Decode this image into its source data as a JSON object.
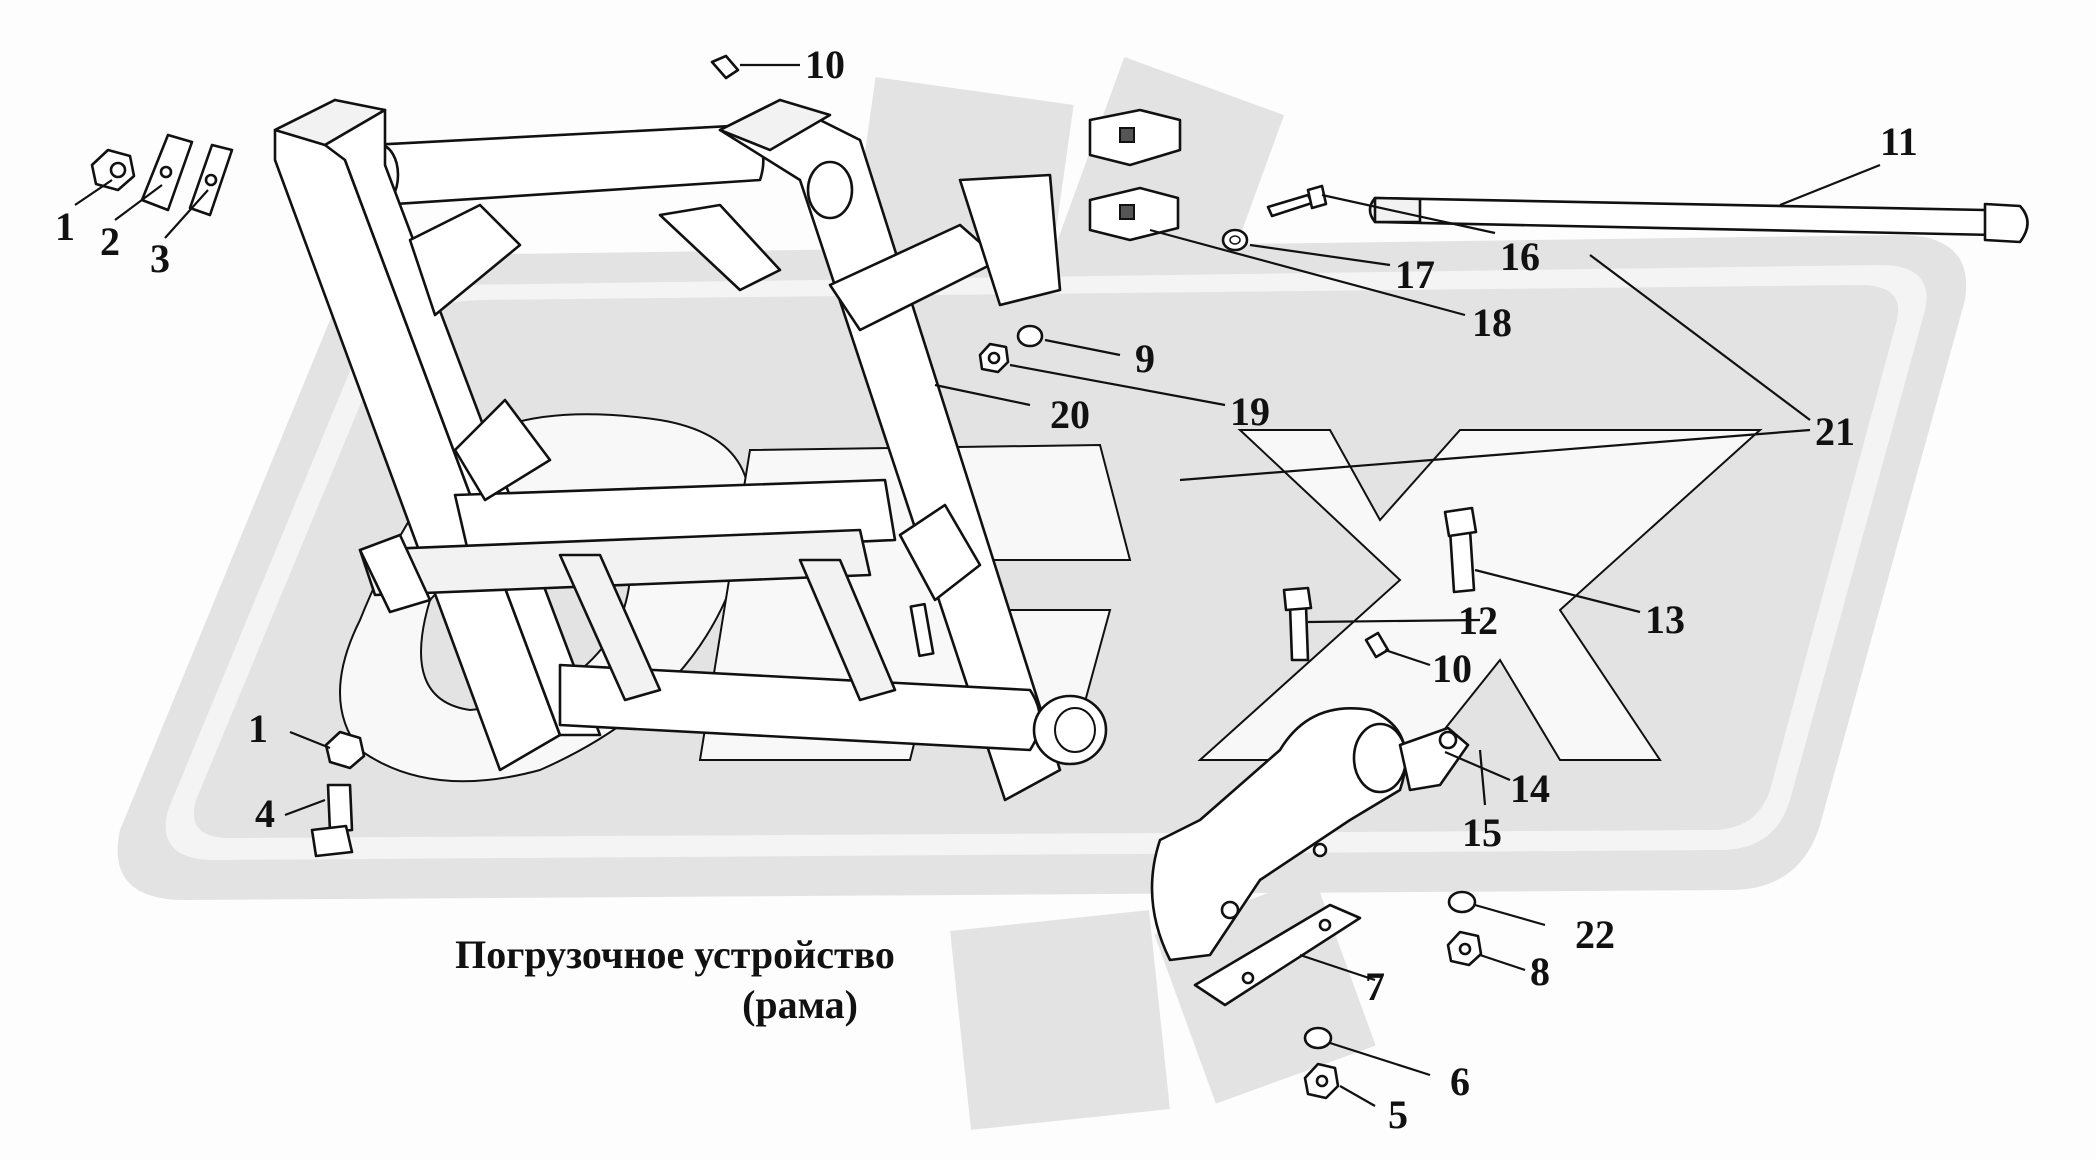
{
  "watermark": {
    "text": "DEX",
    "color": "#dcdcdc"
  },
  "caption": {
    "line1": "Погрузочное устройство",
    "line2": "(рама)"
  },
  "callouts": [
    {
      "id": "c-1a",
      "text": "1"
    },
    {
      "id": "c-2",
      "text": "2"
    },
    {
      "id": "c-3",
      "text": "3"
    },
    {
      "id": "c-10a",
      "text": "10"
    },
    {
      "id": "c-11",
      "text": "11"
    },
    {
      "id": "c-16",
      "text": "16"
    },
    {
      "id": "c-17",
      "text": "17"
    },
    {
      "id": "c-18",
      "text": "18"
    },
    {
      "id": "c-9",
      "text": "9"
    },
    {
      "id": "c-20",
      "text": "20"
    },
    {
      "id": "c-19",
      "text": "19"
    },
    {
      "id": "c-21",
      "text": "21"
    },
    {
      "id": "c-13",
      "text": "13"
    },
    {
      "id": "c-12",
      "text": "12"
    },
    {
      "id": "c-10b",
      "text": "10"
    },
    {
      "id": "c-1b",
      "text": "1"
    },
    {
      "id": "c-4",
      "text": "4"
    },
    {
      "id": "c-14",
      "text": "14"
    },
    {
      "id": "c-15",
      "text": "15"
    },
    {
      "id": "c-22",
      "text": "22"
    },
    {
      "id": "c-8",
      "text": "8"
    },
    {
      "id": "c-7",
      "text": "7"
    },
    {
      "id": "c-6",
      "text": "6"
    },
    {
      "id": "c-5",
      "text": "5"
    }
  ]
}
